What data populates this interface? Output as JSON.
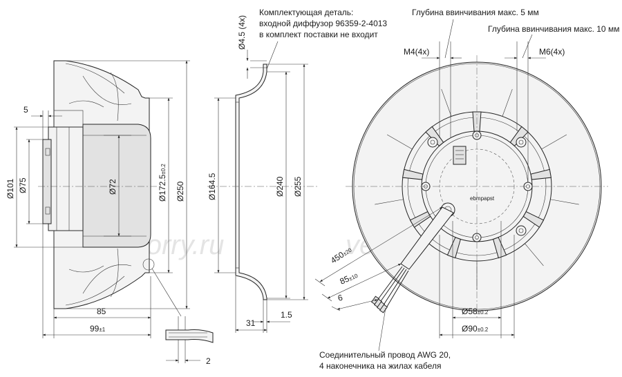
{
  "notes": {
    "diffuser_line1": "Комплектующая деталь:",
    "diffuser_line2": "входной диффузор 96359-2-4013",
    "diffuser_line3": "в комплект поставки не входит",
    "depth_5": "Глубина ввинчивания макс. 5 мм",
    "depth_10": "Глубина ввинчивания макс. 10 мм",
    "wire_line1": "Соединительный провод AWG 20,",
    "wire_line2": "4 наконечника на жилах кабеля"
  },
  "side_view": {
    "d_5": "5",
    "d_101": "Ø101",
    "d_75": "Ø75",
    "d_72": "Ø72",
    "d_172_5": "Ø172.5",
    "d_172_5_tol": "±0.2",
    "d_250": "Ø250",
    "d_85": "85",
    "d_99": "99",
    "d_99_tol": "±1",
    "d_2": "2"
  },
  "diffuser_view": {
    "d_4_5": "Ø4.5 (4x)",
    "d_164_5": "Ø164.5",
    "d_240": "Ø240",
    "d_255": "Ø255",
    "d_31": "31",
    "d_1_5": "1.5"
  },
  "front_view": {
    "m4": "M4(4x)",
    "m6": "M6(4x)",
    "d_58": "Ø58",
    "d_58_tol": "±0.2",
    "d_90": "Ø90",
    "d_90_tol": "±0.2",
    "l_450": "450",
    "l_450_tol": "±20",
    "l_85": "85",
    "l_85_tol": "±10",
    "l_6": "6",
    "brand": "ebmpapst"
  },
  "watermark": "ventilatorry.ru"
}
